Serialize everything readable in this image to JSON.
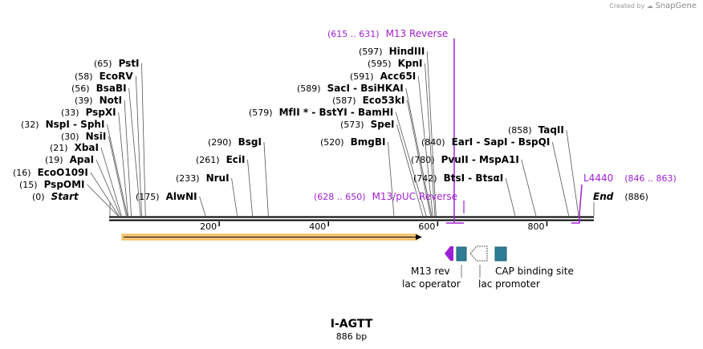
{
  "credit": {
    "prefix": "Created by",
    "brand": "SnapGene"
  },
  "sequence": {
    "name": "I-AGTT",
    "length_label": "886 bp"
  },
  "colors": {
    "primer": "#a020d0",
    "orf": "#f4a93a",
    "feature_blue": "#2e7d96",
    "promoter_outline": "#555555"
  },
  "restriction_sites": [
    {
      "pos": "(0)",
      "name": "Start",
      "bp": 0,
      "italic": true
    },
    {
      "pos": "(15)",
      "name": "PspOMI",
      "bp": 15
    },
    {
      "pos": "(16)",
      "name": "EcoO109I",
      "bp": 16
    },
    {
      "pos": "(19)",
      "name": "ApaI",
      "bp": 19
    },
    {
      "pos": "(21)",
      "name": "XbaI",
      "bp": 21
    },
    {
      "pos": "(30)",
      "name": "NsiI",
      "bp": 30
    },
    {
      "pos": "(32)",
      "name": "NspI  -  SphI",
      "bp": 32
    },
    {
      "pos": "(33)",
      "name": "PspXI",
      "bp": 33
    },
    {
      "pos": "(39)",
      "name": "NotI",
      "bp": 39
    },
    {
      "pos": "(56)",
      "name": "BsaBI",
      "bp": 56
    },
    {
      "pos": "(58)",
      "name": "EcoRV",
      "bp": 58
    },
    {
      "pos": "(65)",
      "name": "PstI",
      "bp": 65
    },
    {
      "pos": "(175)",
      "name": "AlwNI",
      "bp": 175
    },
    {
      "pos": "(233)",
      "name": "NruI",
      "bp": 233
    },
    {
      "pos": "(261)",
      "name": "EciI",
      "bp": 261
    },
    {
      "pos": "(290)",
      "name": "BsgI",
      "bp": 290
    },
    {
      "pos": "(520)",
      "name": "BmgBI",
      "bp": 520
    },
    {
      "pos": "(573)",
      "name": "SpeI",
      "bp": 573
    },
    {
      "pos": "(579)",
      "name": "MfII *  -  BstYI  -  BamHI",
      "bp": 579
    },
    {
      "pos": "(587)",
      "name": "Eco53kI",
      "bp": 587
    },
    {
      "pos": "(589)",
      "name": "SacI  -  BsiHKAI",
      "bp": 589
    },
    {
      "pos": "(591)",
      "name": "Acc65I",
      "bp": 591
    },
    {
      "pos": "(595)",
      "name": "KpnI",
      "bp": 595
    },
    {
      "pos": "(597)",
      "name": "HindIII",
      "bp": 597
    },
    {
      "pos": "(742)",
      "name": "BtsI  -  BtsαI",
      "bp": 742
    },
    {
      "pos": "(780)",
      "name": "PvuII  -  MspA1I",
      "bp": 780
    },
    {
      "pos": "(840)",
      "name": "EarI  -  SapI  -  BspQI",
      "bp": 840
    },
    {
      "pos": "(858)",
      "name": "TaqII",
      "bp": 858
    },
    {
      "pos": "(886)",
      "name": "End",
      "bp": 886,
      "italic": true
    }
  ],
  "primers": [
    {
      "range": "(615 .. 631)",
      "name": "M13 Reverse"
    },
    {
      "range": "(628 .. 650)",
      "name": "M13/pUC Reverse"
    },
    {
      "name": "L4440",
      "range": "(846 .. 863)"
    }
  ],
  "ruler": {
    "ticks": [
      "200",
      "400",
      "600",
      "800"
    ],
    "tick_bp": [
      200,
      400,
      600,
      800
    ]
  },
  "features": [
    {
      "name": "M13 rev",
      "type": "arrow-left"
    },
    {
      "name": "lac operator",
      "type": "box"
    },
    {
      "name": "lac promoter",
      "type": "promoter-left"
    },
    {
      "name": "CAP binding site",
      "type": "box"
    }
  ]
}
